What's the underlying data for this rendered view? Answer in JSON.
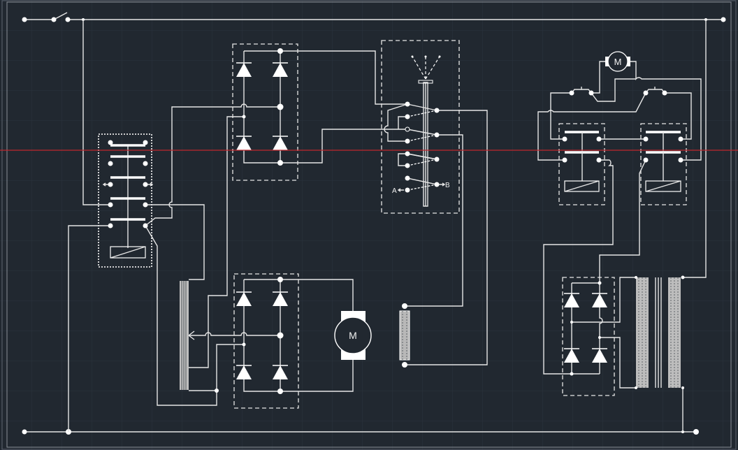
{
  "canvas": {
    "background": "#212830",
    "grid_color": "#2b333e",
    "line_color": "#e6e6e6",
    "crosshair_color": "#c0272d"
  },
  "labels": {
    "motor_main": "M",
    "motor_top": "M",
    "terminal_a": "A",
    "terminal_b": "B"
  }
}
